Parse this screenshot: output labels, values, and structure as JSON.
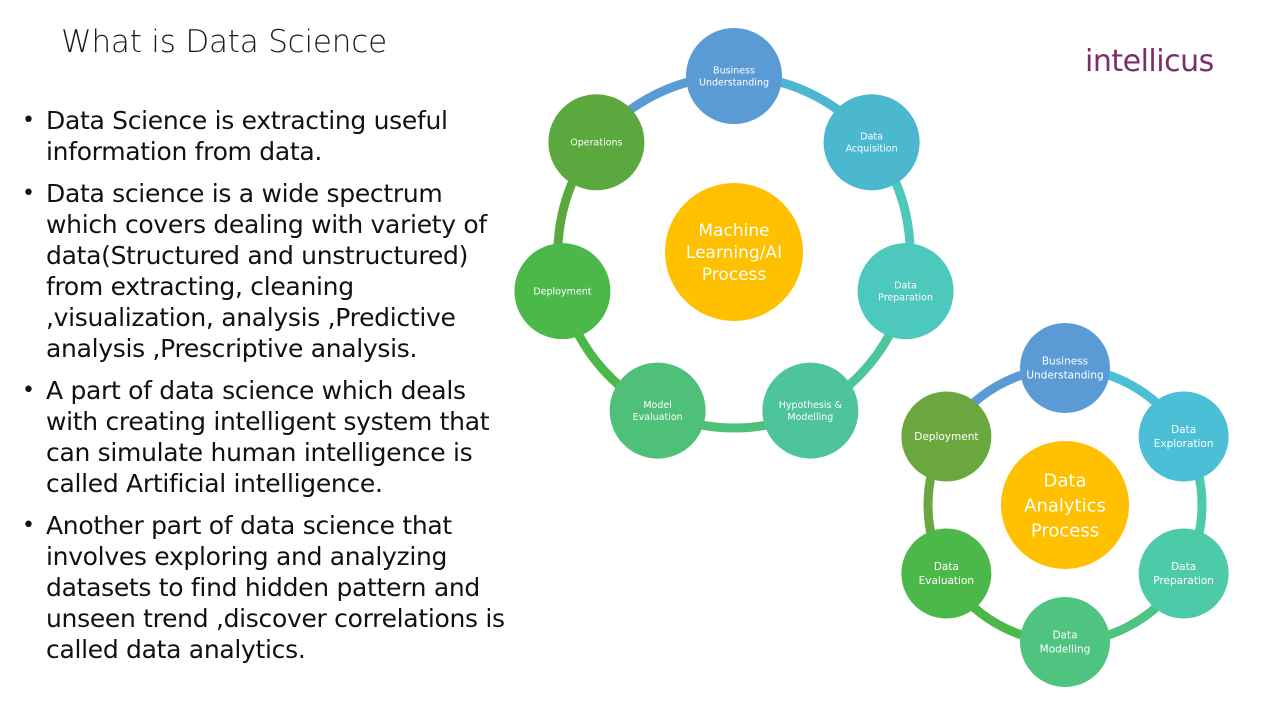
{
  "slide": {
    "title": "What is Data Science",
    "logo_text": "intellicus"
  },
  "bullets": [
    "Data Science is extracting useful information from data.",
    "Data science is a wide spectrum which covers dealing with variety of data(Structured and unstructured) from extracting, cleaning ,visualization, analysis ,Predictive analysis ,Prescriptive analysis.",
    "A part of data science which deals with creating intelligent system that can simulate human intelligence is called Artificial intelligence.",
    "Another part of data science that involves exploring and analyzing datasets to find hidden pattern and unseen trend ,discover correlations is called data analytics."
  ],
  "cycles": [
    {
      "center_label": [
        "Machine",
        "Learning/AI",
        "Process"
      ],
      "steps": [
        {
          "label": [
            "Business",
            "Understanding"
          ],
          "color": "#5b9bd5"
        },
        {
          "label": [
            "Data",
            "Acquisition"
          ],
          "color": "#4bb8d0"
        },
        {
          "label": [
            "Data",
            "Preparation"
          ],
          "color": "#4dc8bd"
        },
        {
          "label": [
            "Hypothesis &",
            "Modelling"
          ],
          "color": "#4ec49a"
        },
        {
          "label": [
            "Model",
            "Evaluation"
          ],
          "color": "#4ec07a"
        },
        {
          "label": [
            "Deployment"
          ],
          "color": "#4db84a"
        },
        {
          "label": [
            "Operations"
          ],
          "color": "#5aa83e"
        }
      ]
    },
    {
      "center_label": [
        "Data",
        "Analytics",
        "Process"
      ],
      "steps": [
        {
          "label": [
            "Business",
            "Understanding"
          ],
          "color": "#5b9bd5"
        },
        {
          "label": [
            "Data",
            "Exploration"
          ],
          "color": "#4bbfd5"
        },
        {
          "label": [
            "Data",
            "Preparation"
          ],
          "color": "#4dcaa8"
        },
        {
          "label": [
            "Data",
            "Modelling"
          ],
          "color": "#4ec480"
        },
        {
          "label": [
            "Data",
            "Evaluation"
          ],
          "color": "#4cb84a"
        },
        {
          "label": [
            "Deployment"
          ],
          "color": "#6aa83f"
        }
      ]
    }
  ],
  "colors": {
    "center_fill": "#ffc000",
    "logo": "#7a2e6b"
  }
}
